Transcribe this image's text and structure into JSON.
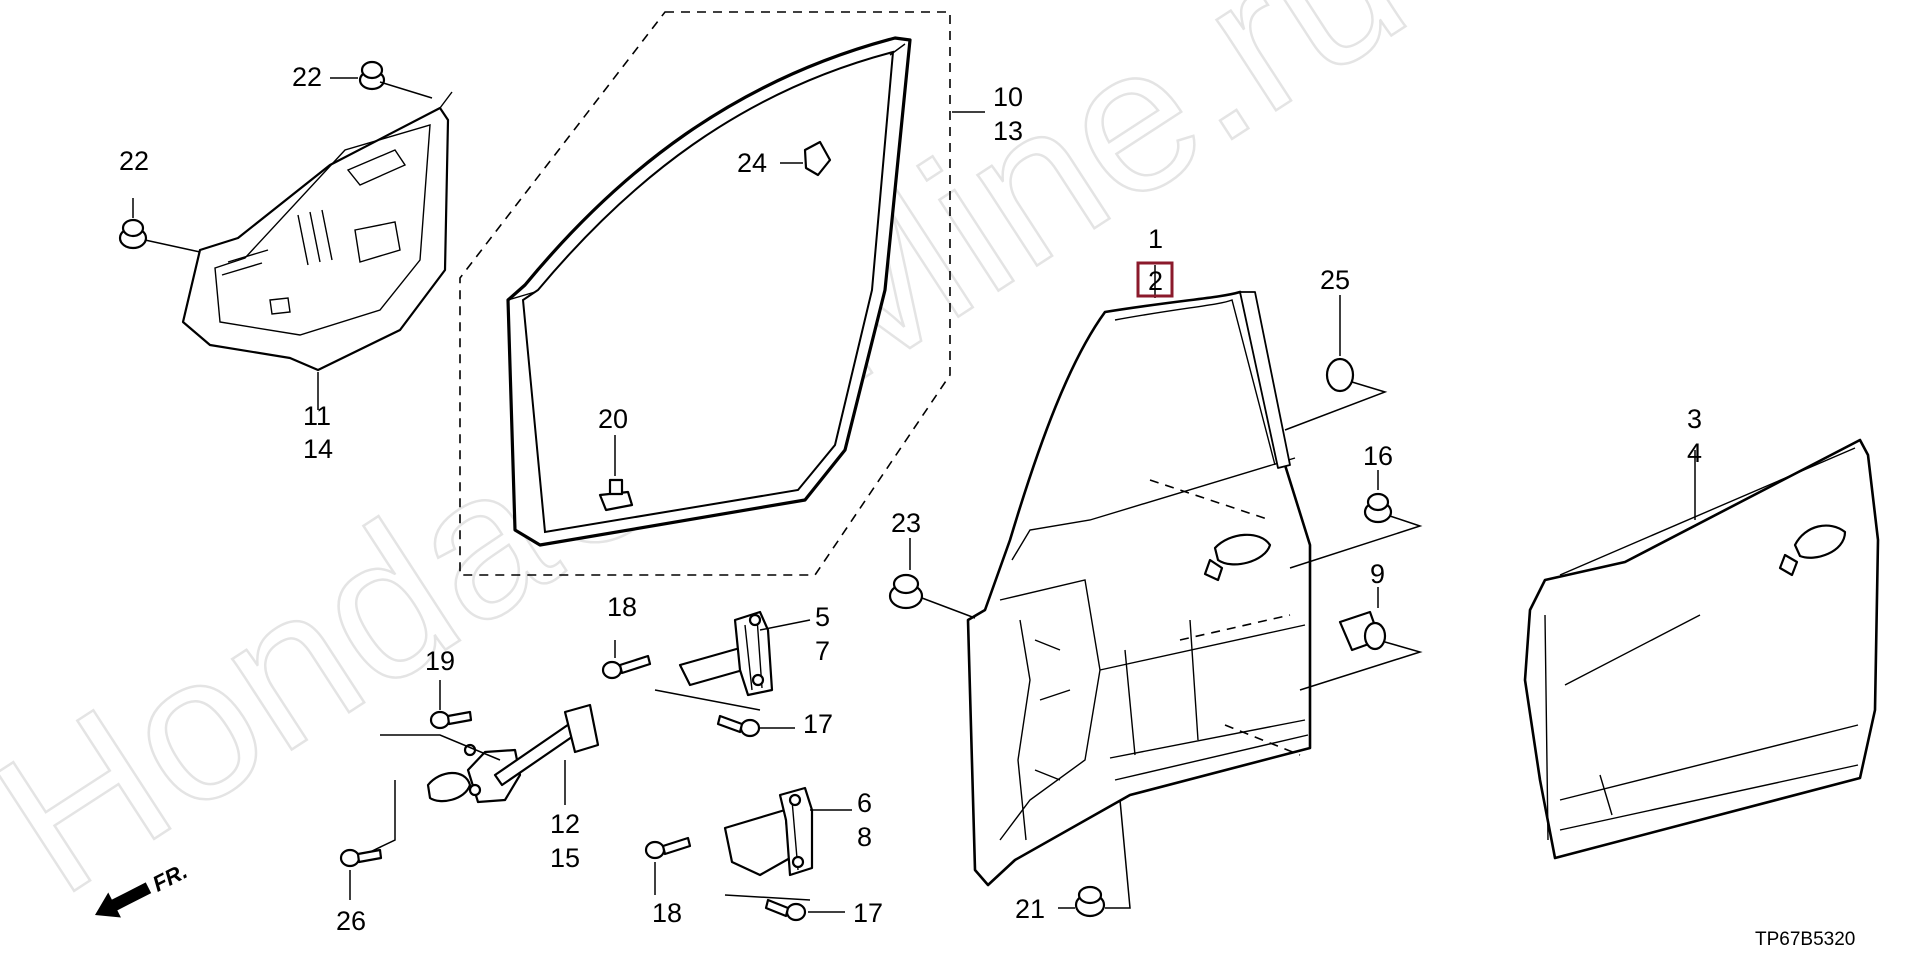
{
  "watermark": "HondaCarMine.ru",
  "diagram_code": "TP67B5320",
  "direction_label": "FR.",
  "highlight_color": "#8b1a2b",
  "callouts": {
    "c1": "1",
    "c2": "2",
    "c3": "3",
    "c4": "4",
    "c5": "5",
    "c6": "6",
    "c7": "7",
    "c8": "8",
    "c9": "9",
    "c10": "10",
    "c11": "11",
    "c12": "12",
    "c13": "13",
    "c14": "14",
    "c15": "15",
    "c16": "16",
    "c17a": "17",
    "c17b": "17",
    "c18a": "18",
    "c18b": "18",
    "c19": "19",
    "c20": "20",
    "c21": "21",
    "c22a": "22",
    "c22b": "22",
    "c23": "23",
    "c24": "24",
    "c25": "25",
    "c26": "26"
  }
}
